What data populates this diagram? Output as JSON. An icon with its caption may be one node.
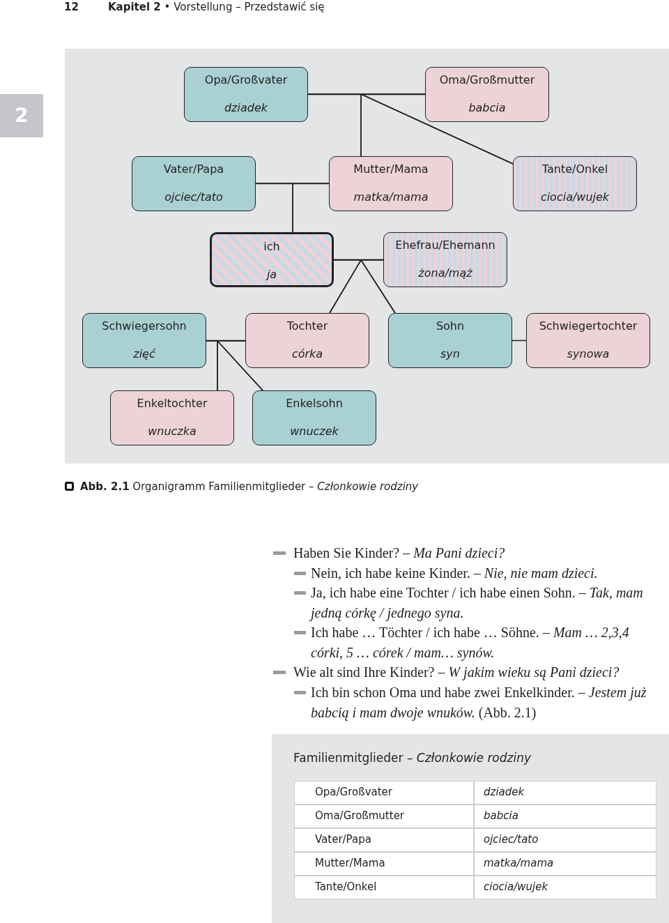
{
  "diagram": {
    "caption": "**Abb. 2.1** Organigramm Familienmitglieder – *Członkowie rodziny*",
    "nodes": [
      {
        "text": [
          "Opa/Großvater",
          "dziadek"
        ]
      },
      {
        "text": [
          "Oma/Großmutter",
          "babcia"
        ]
      },
      {
        "text": [
          "Vater/Papa",
          "ojciec/tato"
        ]
      },
      {
        "text": [
          "Mutter/Mama",
          "matka/mama"
        ]
      },
      {
        "text": [
          "Tante/Onkel",
          "ciocia/wujek"
        ]
      },
      {
        "text": [
          "ich",
          "ja"
        ]
      },
      {
        "text": [
          "Ehefrau/Ehemann",
          "żona/mąż"
        ]
      },
      {
        "text": [
          "Schwiegersohn",
          "zięć"
        ]
      },
      {
        "text": [
          "Tochter",
          "córka"
        ]
      },
      {
        "text": [
          "Sohn",
          "syn"
        ]
      },
      {
        "text": [
          "Schwiegertochter",
          "synowa"
        ]
      },
      {
        "text": [
          "Enkeltochter",
          "wnuczka"
        ]
      },
      {
        "text": [
          "Enkelsohn",
          "wnuczek"
        ]
      }
    ],
    "edges": [
      {
        "from": 0,
        "to": 1,
        "arrow": "none"
      },
      {
        "from": 0,
        "to": 3,
        "arrow": "none"
      },
      {
        "from": 1,
        "to": 3,
        "arrow": "none"
      },
      {
        "from": 0,
        "to": 4,
        "arrow": "none"
      },
      {
        "from": 1,
        "to": 4,
        "arrow": "none"
      },
      {
        "from": 2,
        "to": 3,
        "arrow": "none"
      },
      {
        "from": 2,
        "to": 5,
        "arrow": "none"
      },
      {
        "from": 3,
        "to": 5,
        "arrow": "none"
      },
      {
        "from": 5,
        "to": 6,
        "arrow": "none"
      },
      {
        "from": 5,
        "to": 8,
        "arrow": "none"
      },
      {
        "from": 6,
        "to": 8,
        "arrow": "none"
      },
      {
        "from": 5,
        "to": 9,
        "arrow": "none"
      },
      {
        "from": 6,
        "to": 9,
        "arrow": "none"
      },
      {
        "from": 7,
        "to": 8,
        "arrow": "none"
      },
      {
        "from": 7,
        "to": 11,
        "arrow": "none"
      },
      {
        "from": 8,
        "to": 11,
        "arrow": "none"
      },
      {
        "from": 7,
        "to": 12,
        "arrow": "none"
      },
      {
        "from": 8,
        "to": 12,
        "arrow": "none"
      },
      {
        "from": 9,
        "to": 10,
        "arrow": "none"
      }
    ],
    "labels": [
      "12",
      "**Kapitel 2** • Vorstellung – Przedstawić się",
      "2",
      "Haben Sie Kinder? – *Ma Pani dzieci?*",
      "Nein, ich habe keine Kinder. – *Nie, nie mam dzieci.*",
      "Ja, ich habe eine Tochter / ich habe einen Sohn. – *Tak, mam jedną córkę / jednego syna.*",
      "Ich habe … Töchter / ich habe … Söhne. – *Mam … 2,3,4 córki, 5 … córek / mam… synów.*",
      "Wie alt sind Ihre Kinder? – *W jakim wieku są Pani dzieci?*",
      "Ich bin schon Oma und habe zwei Enkelkinder. – *Jestem już babcią i mam dwoje wnuków.* (Abb. 2.1)",
      "Familienmitglieder – *Członkowie rodziny*",
      "Opa/Großvater",
      "dziadek",
      "Oma/Großmutter",
      "babcia",
      "Vater/Papa",
      "ojciec/tato",
      "Mutter/Mama",
      "matka/mama",
      "Tante/Onkel",
      "ciocia/wujek"
    ]
  }
}
